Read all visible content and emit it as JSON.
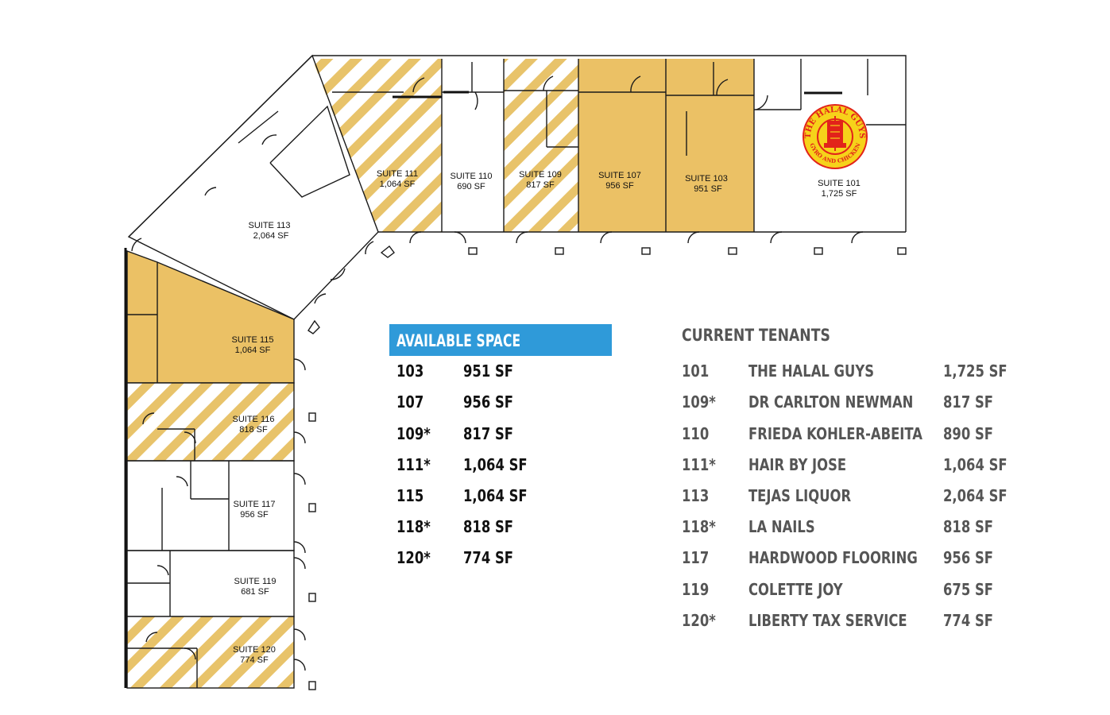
{
  "colors": {
    "available_fill": "#ebc165",
    "stripe": "#e8c36a",
    "header_blue": "#2f9ad9",
    "logo_red": "#e2231a",
    "logo_yellow": "#f6d21a"
  },
  "suites": {
    "s101": {
      "name": "SUITE 101",
      "sf": "1,725 SF"
    },
    "s103": {
      "name": "SUITE 103",
      "sf": "951 SF"
    },
    "s107": {
      "name": "SUITE 107",
      "sf": "956 SF"
    },
    "s109": {
      "name": "SUITE 109",
      "sf": "817 SF"
    },
    "s110": {
      "name": "SUITE 110",
      "sf": "690 SF"
    },
    "s111": {
      "name": "SUITE 111",
      "sf": "1,064 SF"
    },
    "s113": {
      "name": "SUITE 113",
      "sf": "2,064 SF"
    },
    "s115": {
      "name": "SUITE 115",
      "sf": "1,064 SF"
    },
    "s116": {
      "name": "SUITE 116",
      "sf": "818 SF"
    },
    "s117": {
      "name": "SUITE 117",
      "sf": "956 SF"
    },
    "s119": {
      "name": "SUITE 119",
      "sf": "681 SF"
    },
    "s120": {
      "name": "SUITE 120",
      "sf": "774 SF"
    }
  },
  "logo": {
    "top_text": "THE HALAL GUYS",
    "bottom_text": "GYRO AND CHICKEN",
    "icon": "gyro-icon"
  },
  "available_space": {
    "title": "AVAILABLE SPACE",
    "rows": [
      {
        "suite": "103",
        "sf": "951 SF"
      },
      {
        "suite": "107",
        "sf": "956 SF"
      },
      {
        "suite": "109*",
        "sf": "817 SF"
      },
      {
        "suite": "111*",
        "sf": "1,064 SF"
      },
      {
        "suite": "115",
        "sf": "1,064 SF"
      },
      {
        "suite": "118*",
        "sf": "818 SF"
      },
      {
        "suite": "120*",
        "sf": "774 SF"
      }
    ]
  },
  "current_tenants": {
    "title": "CURRENT TENANTS",
    "rows": [
      {
        "suite": "101",
        "name": "THE HALAL GUYS",
        "sf": "1,725 SF"
      },
      {
        "suite": "109*",
        "name": "DR CARLTON NEWMAN",
        "sf": "817 SF"
      },
      {
        "suite": "110",
        "name": "FRIEDA KOHLER-ABEITA",
        "sf": "890 SF"
      },
      {
        "suite": "111*",
        "name": "HAIR BY JOSE",
        "sf": "1,064 SF"
      },
      {
        "suite": "113",
        "name": "TEJAS LIQUOR",
        "sf": "2,064 SF"
      },
      {
        "suite": "118*",
        "name": "LA NAILS",
        "sf": "818 SF"
      },
      {
        "suite": "117",
        "name": "HARDWOOD FLOORING",
        "sf": "956 SF"
      },
      {
        "suite": "119",
        "name": "COLETTE JOY",
        "sf": "675 SF"
      },
      {
        "suite": "120*",
        "name": "LIBERTY TAX SERVICE",
        "sf": "774 SF"
      }
    ]
  }
}
